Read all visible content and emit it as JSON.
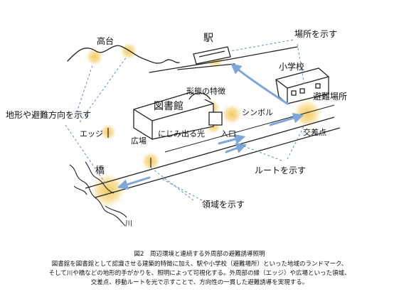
{
  "labels": {
    "kodai": "高台",
    "eki": "駅",
    "basho": "場所を示す",
    "shogakko": "小学校",
    "hinan": "避難場所",
    "keitai": "形態の特徴",
    "toshokan": "図書館",
    "symbol": "シンボル",
    "chikei": "地形や避難方向を示す",
    "edge": "エッジ",
    "nijimi": "にじみ出る光",
    "iriguchi": "入口",
    "kosaten": "交差点",
    "hiroba": "広場",
    "route": "ルートを示す",
    "hashi": "橋",
    "ryoiki": "領域を示す",
    "kawa": "川"
  },
  "caption": {
    "title": "図2　周辺環境と連続する外周部の避難誘導照明",
    "lines": [
      "図書館を図書館として認識させる建築的特徴に加え、駅や小学校（避難場所）といった地域のランドマーク、",
      "そして川や橋などの地形的手がかりを、照明によって可視化する。外周部の縁（エッジ）や広場といった領域、",
      "交差点、移動ルートを光で示すことで、方向性の一貫した避難誘導を実現する。"
    ]
  },
  "colors": {
    "glow": "#f6d98a",
    "route_arrow": "#7ea6d8",
    "ink": "#222222"
  }
}
